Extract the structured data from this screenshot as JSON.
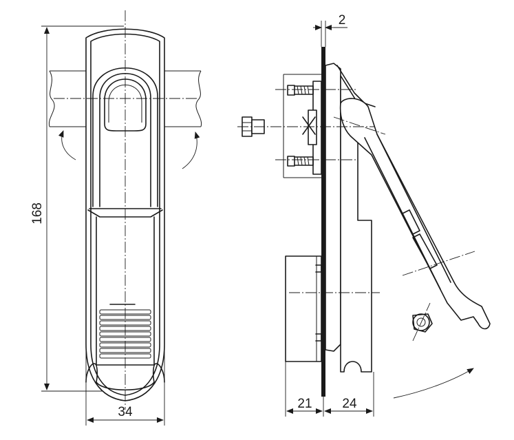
{
  "dimensions": {
    "height": "168",
    "width": "34",
    "panel_thickness": "2",
    "depth_inside": "21",
    "depth_outside": "24"
  },
  "colors": {
    "line": "#1a1a1a",
    "background": "#ffffff"
  }
}
